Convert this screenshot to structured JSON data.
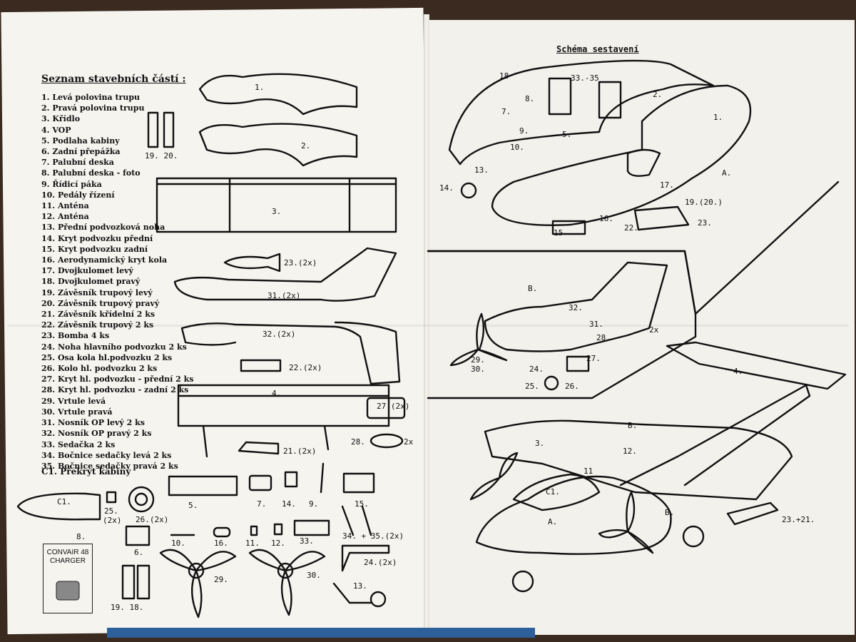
{
  "left_page": {
    "title": "Seznam stavebních částí :",
    "parts": [
      "1. Levá polovina trupu",
      "2. Pravá polovina trupu",
      "3. Křídlo",
      "4. VOP",
      "5. Podlaha kabiny",
      "6. Zadní přepážka",
      "7. Palubní deska",
      "8. Palubní deska - foto",
      "9. Řídicí páka",
      "10. Pedály řízení",
      "11. Anténa",
      "12. Anténa",
      "13. Přední podvozková noha",
      "14. Kryt podvozku přední",
      "15. Kryt podvozku zadní",
      "16. Aerodynamický kryt kola",
      "17. Dvojkulomet levý",
      "18. Dvojkulomet pravý",
      "19. Závěsník trupový levý",
      "20. Závěsník trupový pravý",
      "21. Závěsník křídelní   2 ks",
      "22. Závěsník trupový   2 ks",
      "23. Bomba   4 ks",
      "24. Noha hlavního podvozku   2 ks",
      "25. Osa kola hl.podvozku   2 ks",
      "26. Kolo hl. podvozku   2 ks",
      "27. Kryt hl. podvozku - přední   2 ks",
      "28. Kryt hl. podvozku - zadní   2 ks",
      "29. Vrtule levá",
      "30. Vrtule pravá",
      "31. Nosník OP levý   2 ks",
      "32. Nosník OP pravý   2 ks",
      "33. Sedačka   2 ks",
      "34. Bočnice sedačky levá   2 ks",
      "35. Bočnice sedačky pravá 2 ks"
    ],
    "canopy": "C1. Překryt kabiny",
    "photo_box": {
      "line1": "CONVAIR 48",
      "line2": "CHARGER"
    },
    "labels": {
      "p1": "1.",
      "p2": "2.",
      "p19_20": "19. 20.",
      "p3": "3.",
      "p23": "23.(2x)",
      "p31": "31.(2x)",
      "p32": "32.(2x)",
      "p22": "22.(2x)",
      "p4": "4.",
      "p27": "27.(2x)",
      "p28": "28.",
      "p28x": "2x",
      "p21": "21.(2x)",
      "c1": "C1.",
      "p25": "25.",
      "p25x": "(2x)",
      "p26": "26.(2x)",
      "p5": "5.",
      "p7": "7.",
      "p14": "14.",
      "p9": "9.",
      "p15": "15.",
      "p8": "8.",
      "p6": "6.",
      "p10": "10.",
      "p16": "16.",
      "p11": "11.",
      "p12": "12.",
      "p33": "33.",
      "p34_35": "34. + 35.(2x)",
      "p24": "24.(2x)",
      "p29": "29.",
      "p30": "30.",
      "p13": "13.",
      "p19_18": "19. 18."
    }
  },
  "right_page": {
    "title": "Schéma sestavení",
    "labels": {
      "r18": "18",
      "r33": "33.-35",
      "r2": "2.",
      "r7": "7.",
      "r8": "8.",
      "r1": "1.",
      "r9": "9.",
      "r5": "5.",
      "r10": "10.",
      "r13": "13.",
      "r14": "14.",
      "rA": "A.",
      "r17": "17.",
      "r19": "19.(20.)",
      "r16": "16.",
      "r22": "22.",
      "r23": "23.",
      "r15": "15",
      "rB": "B.",
      "r32": "32.",
      "r31": "31.",
      "r28": "28.",
      "r2x": "2x",
      "r27": "27.",
      "r29": "29.",
      "r30": "30.",
      "r24": "24.",
      "r25": "25.",
      "r26": "26.",
      "r4": "4.",
      "r3": "3.",
      "rB2": "B.",
      "r12": "12.",
      "r11": "11",
      "rC1": "C1.",
      "rA2": "A.",
      "rB3": "B.",
      "r23_21": "23.+21."
    }
  }
}
